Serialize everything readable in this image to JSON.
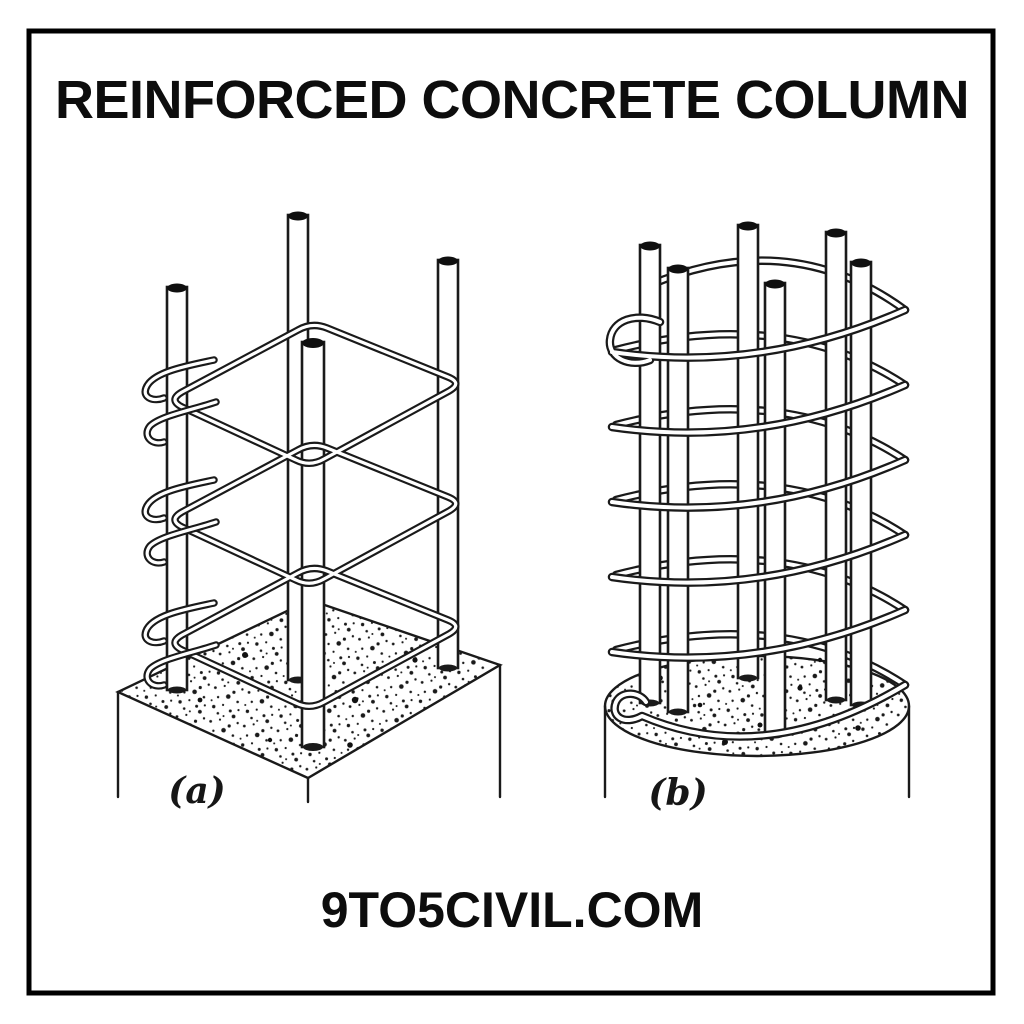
{
  "title": {
    "text": "REINFORCED CONCRETE COLUMN"
  },
  "figure_a": {
    "label": "(a)"
  },
  "figure_b": {
    "label": "(b)"
  },
  "footer": {
    "text": "9TO5CIVIL.COM"
  },
  "colors": {
    "ink": "#1a1a1a",
    "background": "#ffffff",
    "border": "#000000"
  }
}
